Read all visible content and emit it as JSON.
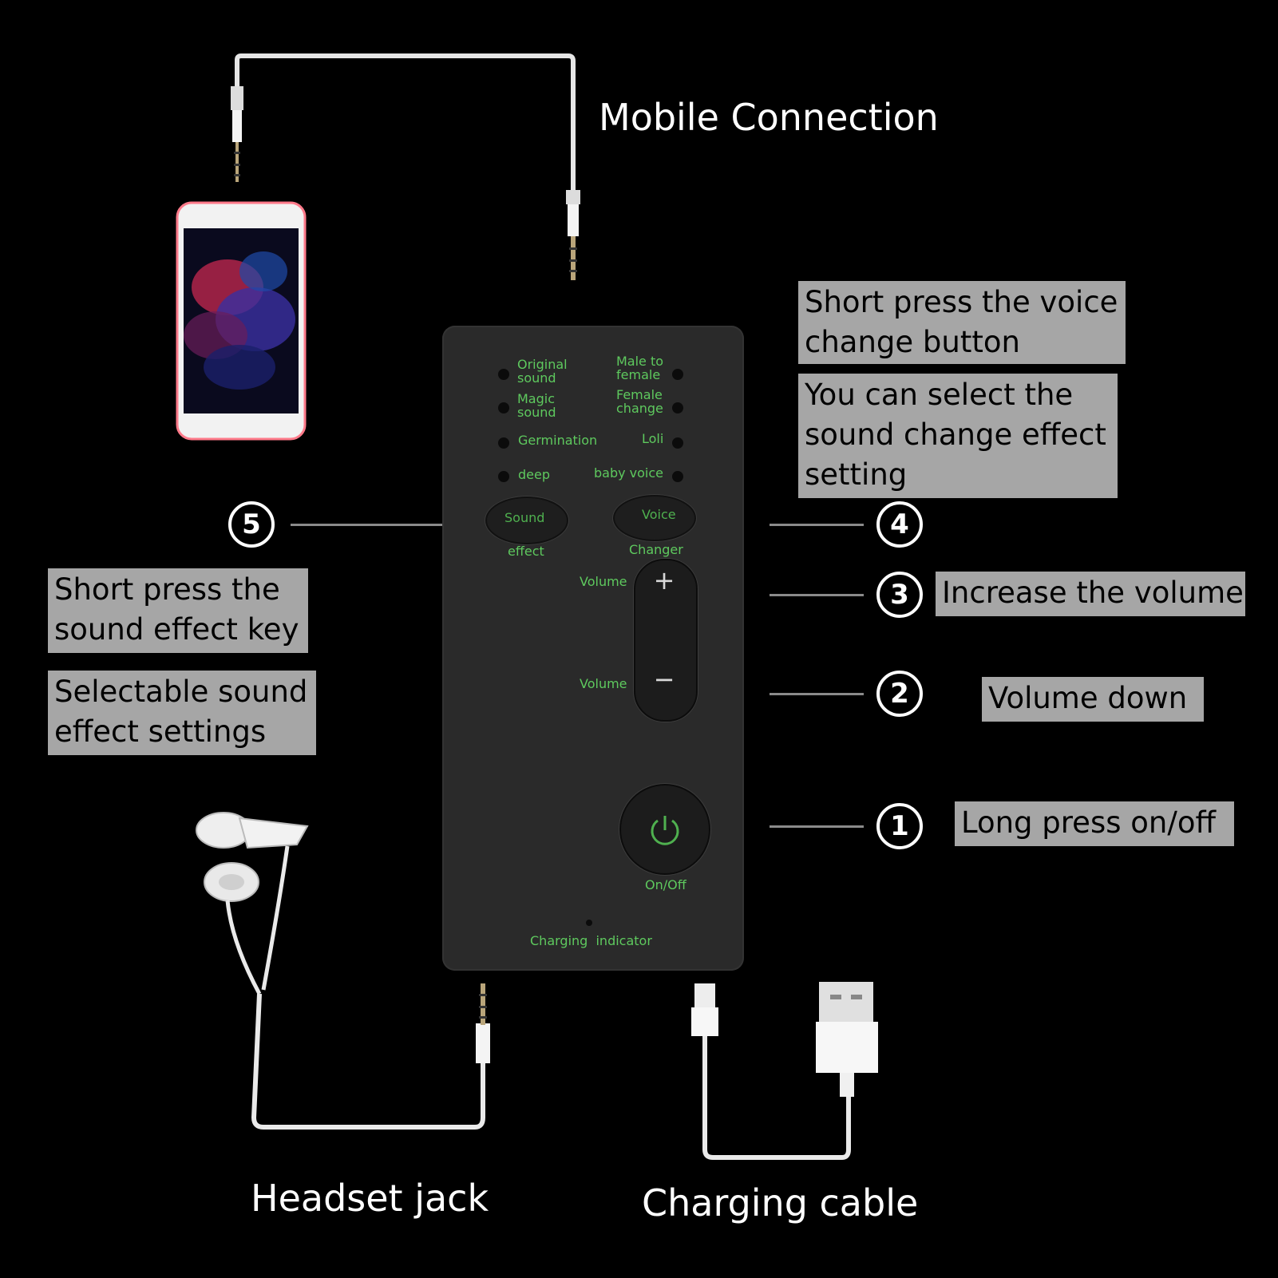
{
  "labels": {
    "mobile_connection": "Mobile Connection",
    "headset_jack": "Headset jack",
    "charging_cable": "Charging cable"
  },
  "callouts": {
    "voice_change": [
      "Short press the voice",
      "change button"
    ],
    "voice_select": [
      "You can select the",
      "sound change effect",
      "setting"
    ],
    "sound_effect_key": [
      "Short press the",
      "sound effect key"
    ],
    "sound_effect_settings": [
      "Selectable sound",
      "effect settings"
    ],
    "increase_volume": "Increase the volume",
    "volume_down": "Volume down",
    "power": "Long press on/off"
  },
  "numbers": {
    "one": "1",
    "two": "2",
    "three": "3",
    "four": "4",
    "five": "5"
  },
  "device": {
    "effects_left": [
      [
        "Original",
        "sound"
      ],
      [
        "Magic",
        "sound"
      ],
      [
        "Germination"
      ],
      [
        "deep"
      ]
    ],
    "effects_right": [
      [
        "Male to",
        "female"
      ],
      [
        "Female",
        "change"
      ],
      [
        "Loli"
      ],
      [
        "baby voice"
      ]
    ],
    "sound_button": {
      "top": "Sound",
      "bottom": "effect"
    },
    "voice_button": {
      "top": "Voice",
      "bottom": "Changer"
    },
    "volume_up_label": "Volume",
    "volume_down_label": "Volume",
    "volume_up_symbol": "+",
    "volume_down_symbol": "−",
    "power_label": "On/Off",
    "charging_indicator": "Charging  indicator"
  },
  "colors": {
    "background": "#000000",
    "device_body": "#2a2a2a",
    "device_text": "#5ec95e",
    "callout_bg": "#a6a6a6",
    "label_text": "#ffffff"
  },
  "icons": [
    "power-icon",
    "plus-icon",
    "minus-icon",
    "phone-icon",
    "earphones-icon",
    "audio-cable-icon",
    "usb-cable-icon"
  ]
}
